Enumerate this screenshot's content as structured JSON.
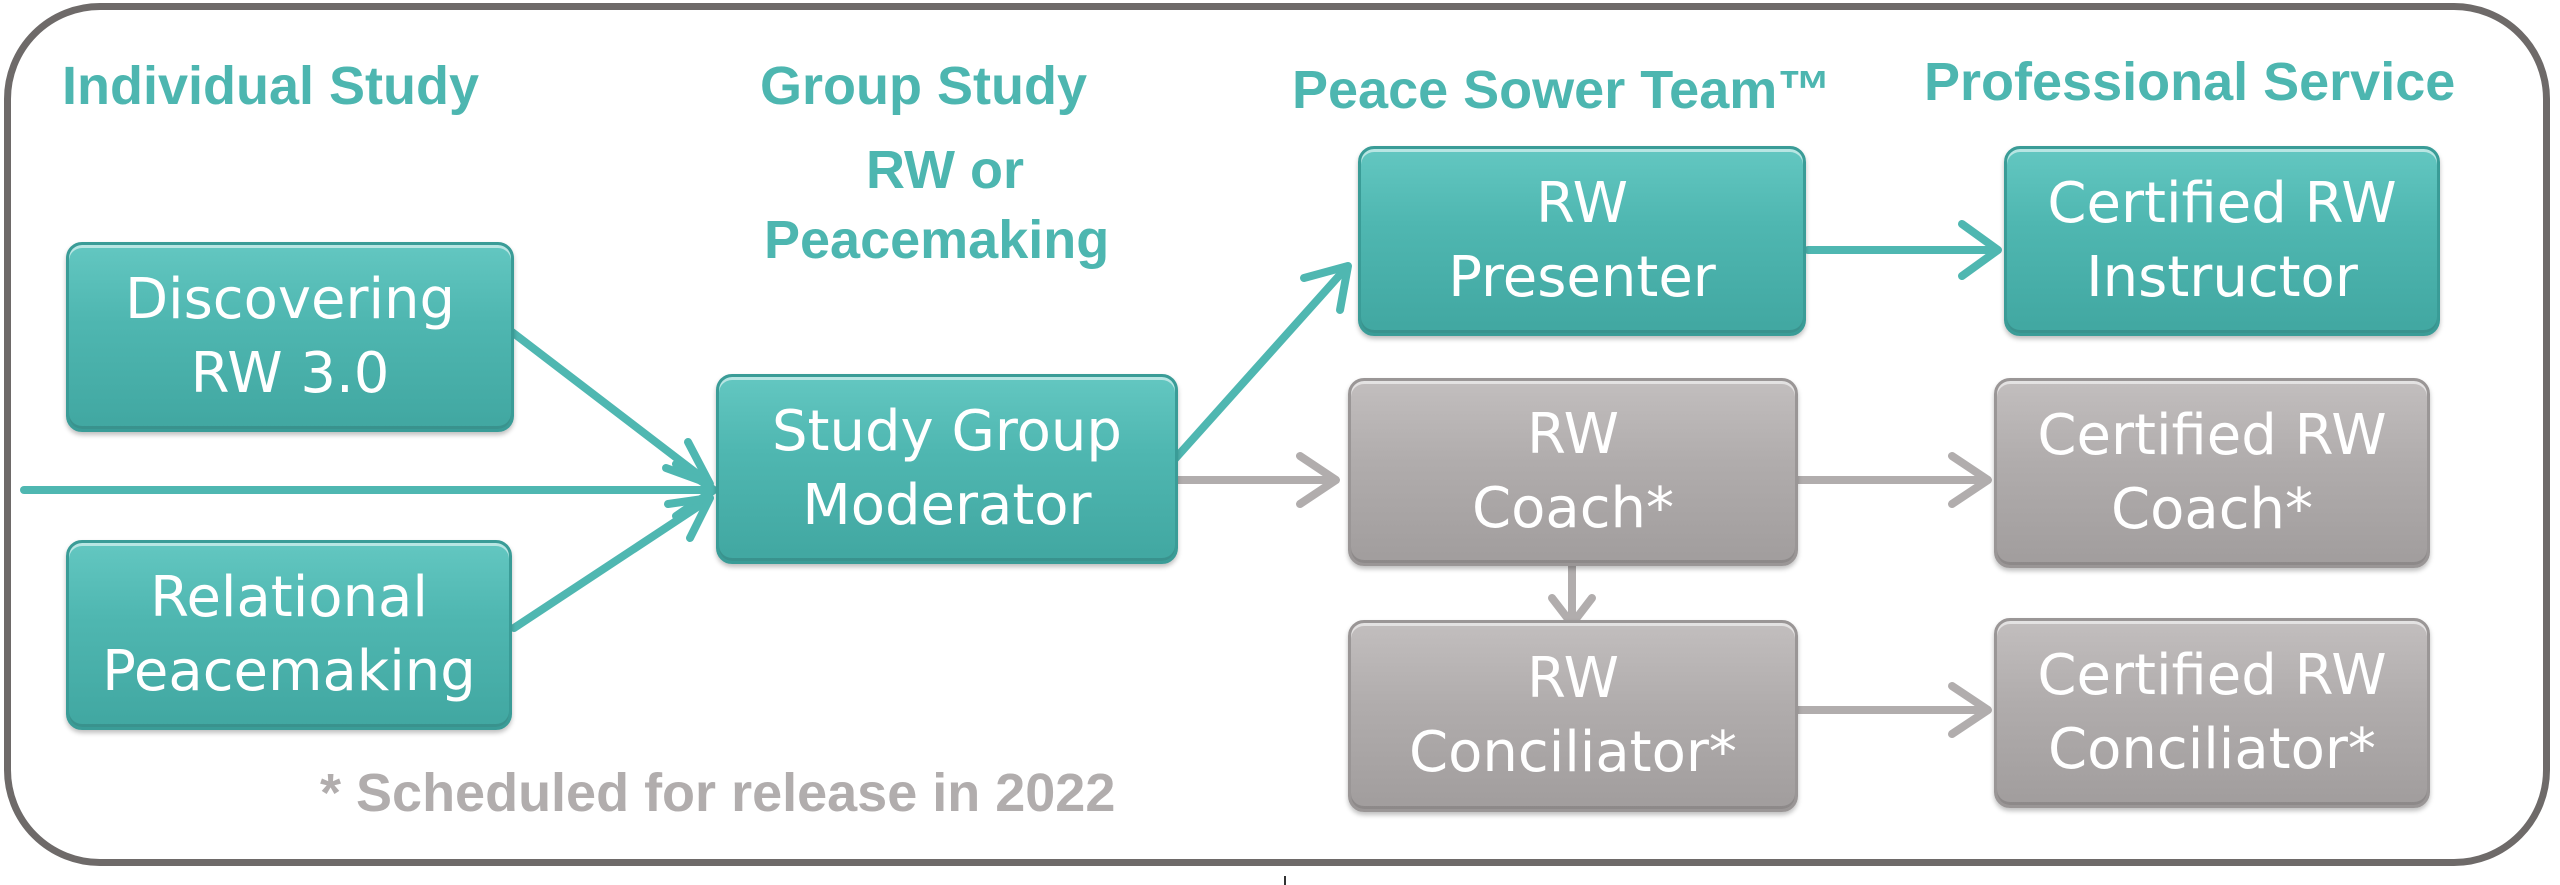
{
  "headings": {
    "individual": "Individual Study",
    "group_line1": "Group Study",
    "group_line2": "RW or",
    "group_line3": "Peacemaking",
    "peace_sower": "Peace Sower Team™",
    "professional": "Professional Service"
  },
  "boxes": {
    "discovering": "Discovering\nRW 3.0",
    "relational": "Relational\nPeacemaking",
    "moderator": "Study Group\nModerator",
    "presenter": "RW\nPresenter",
    "coach": "RW\nCoach*",
    "conciliator": "RW\nConciliator*",
    "cert_instructor": "Certified RW\nInstructor",
    "cert_coach": "Certified RW\nCoach*",
    "cert_conciliator": "Certified RW\nConciliator*"
  },
  "note": "* Scheduled for release in 2022",
  "colors": {
    "teal": "#4fb7b1",
    "gray": "#b0acac",
    "frame": "#6e6a69",
    "heading": "#4db6b0"
  }
}
